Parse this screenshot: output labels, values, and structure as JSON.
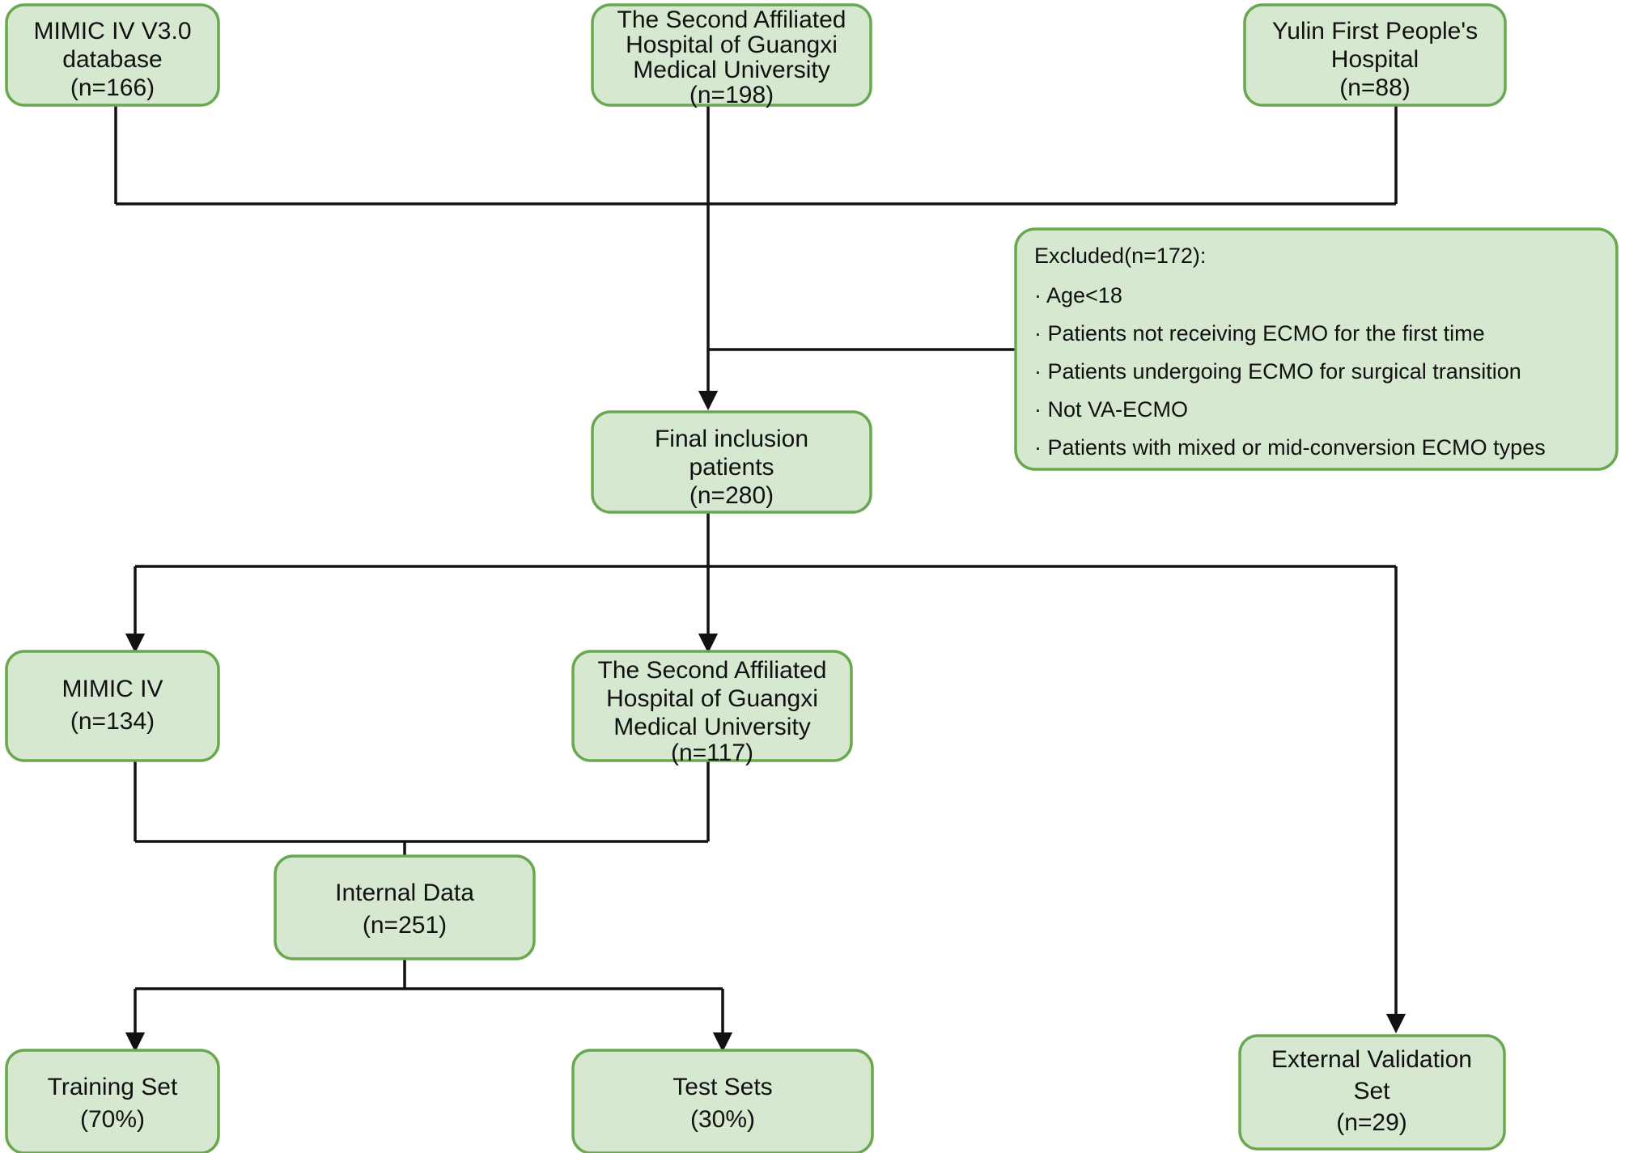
{
  "diagram": {
    "title": "Patient selection and dataset partition flowchart",
    "colors": {
      "node_fill": "#d7e8d0",
      "node_border": "#6aa84f",
      "connector": "#111111",
      "text": "#111111",
      "background": "#ffffff"
    },
    "nodes": [
      {
        "id": "mimic-source",
        "name": "mimic-source-node",
        "lines": [
          "MIMIC IV V3.0",
          "database",
          "(n=166)"
        ],
        "count_label": "(n=166)",
        "count": 166
      },
      {
        "id": "guangxi-source",
        "name": "guangxi-hospital-source-node",
        "lines": [
          "The Second Affiliated",
          "Hospital of Guangxi",
          "Medical University",
          "(n=198)"
        ],
        "count_label": "(n=198)",
        "count": 198
      },
      {
        "id": "yulin-source",
        "name": "yulin-hospital-source-node",
        "lines": [
          "Yulin First People's",
          "Hospital",
          "(n=88)"
        ],
        "count_label": "(n=88)",
        "count": 88
      },
      {
        "id": "excluded",
        "name": "exclusion-criteria-node",
        "header": "Excluded(n=172):",
        "excluded_count": 172,
        "criteria": [
          "· Age<18",
          "· Patients not receiving ECMO for the first time",
          "· Patients undergoing ECMO for surgical transition",
          "· Not VA-ECMO",
          "· Patients with mixed or mid-conversion ECMO types"
        ]
      },
      {
        "id": "final-inclusion",
        "name": "final-inclusion-node",
        "lines": [
          "Final inclusion",
          "patients",
          "(n=280)"
        ],
        "count_label": "(n=280)",
        "count": 280
      },
      {
        "id": "mimic-split",
        "name": "mimic-cohort-node",
        "lines": [
          "MIMIC IV",
          "(n=134)"
        ],
        "count_label": "(n=134)",
        "count": 134
      },
      {
        "id": "guangxi-split",
        "name": "guangxi-cohort-node",
        "lines": [
          "The Second Affiliated",
          "Hospital of Guangxi",
          "Medical University",
          "(n=117)"
        ],
        "count_label": "(n=117)",
        "count": 117
      },
      {
        "id": "internal-data",
        "name": "internal-data-node",
        "lines": [
          "Internal Data",
          "(n=251)"
        ],
        "count_label": "(n=251)",
        "count": 251
      },
      {
        "id": "training-set",
        "name": "training-set-node",
        "lines": [
          "Training Set",
          "(70%)"
        ],
        "count_label": "(70%)",
        "percent": 70
      },
      {
        "id": "test-set",
        "name": "test-set-node",
        "lines": [
          "Test Sets",
          "(30%)"
        ],
        "count_label": "(30%)",
        "percent": 30
      },
      {
        "id": "external-validation",
        "name": "external-validation-node",
        "lines": [
          "External Validation",
          "Set",
          "(n=29)"
        ],
        "count_label": "(n=29)",
        "count": 29
      }
    ]
  },
  "text": {
    "n0l0": "MIMIC IV V3.0",
    "n0l1": "database",
    "n0l2": "(n=166)",
    "n1l0": "The Second Affiliated",
    "n1l1": "Hospital of Guangxi",
    "n1l2": "Medical University",
    "n1l3": "(n=198)",
    "n2l0": "Yulin First People's",
    "n2l1": "Hospital",
    "n2l2": "(n=88)",
    "exHeader": "Excluded(n=172):",
    "exL1": "· Age<18",
    "exL2": "· Patients not receiving ECMO for the first time",
    "exL3": "· Patients undergoing ECMO for surgical transition",
    "exL4": "· Not VA-ECMO",
    "exL5": "· Patients with mixed or mid-conversion ECMO types",
    "n4l0": "Final inclusion",
    "n4l1": "patients",
    "n4l2": "(n=280)",
    "n5l0": "MIMIC IV",
    "n5l1": "(n=134)",
    "n6l0": "The Second Affiliated",
    "n6l1": "Hospital of Guangxi",
    "n6l2": "Medical University",
    "n6l3": "(n=117)",
    "n7l0": "Internal Data",
    "n7l1": "(n=251)",
    "n8l0": "Training Set",
    "n8l1": "(70%)",
    "n9l0": "Test Sets",
    "n9l1": "(30%)",
    "n10l0": "External Validation",
    "n10l1": "Set",
    "n10l2": "(n=29)"
  }
}
